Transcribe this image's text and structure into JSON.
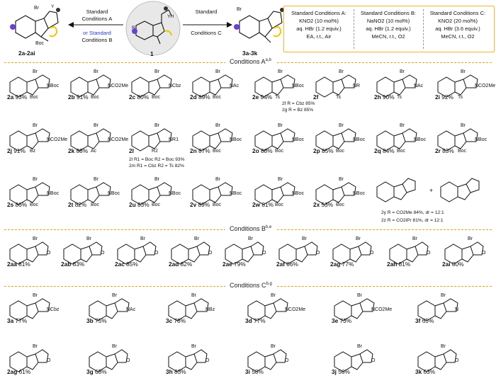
{
  "top": {
    "left_label": "2a-2ai",
    "center_label": "1",
    "right_label": "3a-3k",
    "arrow_left": {
      "line1": "Standard",
      "line2": "Conditions A",
      "line3": "or Standard",
      "line4": "Conditions B"
    },
    "arrow_right": {
      "line1": "Standard",
      "line2": "Conditions C"
    },
    "sub_labels": {
      "br": "Br",
      "boc": "Boc",
      "y": "Y",
      "yh": "YH",
      "r": "R"
    }
  },
  "conditions": [
    {
      "title": "Standard Conditions A:",
      "lines": [
        "KNO2 (10 mol%)",
        "aq. HBr (1.2 equiv.)",
        "EA, r.t., Air"
      ]
    },
    {
      "title": "Standard Conditions B:",
      "lines": [
        "NaNO2 (10 mol%)",
        "aq. HBr (1.2 equiv.)",
        "MeCN, r.t., O2"
      ]
    },
    {
      "title": "Standard Conditions C:",
      "lines": [
        "KNO2 (20 mol%)",
        "aq. HBr (3.6 equiv.)",
        "MeCN, r.t., O2"
      ]
    }
  ],
  "section_titles": {
    "a": "Conditions A",
    "b": "Conditions B",
    "c": "Conditions C"
  },
  "section_sups": {
    "a": "a,b",
    "b": "b,e",
    "c": "b,g"
  },
  "rows": [
    [
      {
        "id": "2a",
        "yield": "93%",
        "sub": "NBoc",
        "n": "Boc"
      },
      {
        "id": "2b",
        "yield": "91%",
        "sub": "NCO2Me",
        "n": "Boc"
      },
      {
        "id": "2c",
        "yield": "80%",
        "sub": "NCbz",
        "n": "Boc"
      },
      {
        "id": "2d",
        "yield": "89%",
        "sub": "NAc",
        "n": "Boc"
      },
      {
        "id": "2e",
        "yield": "94%",
        "sub": "NBoc",
        "n": "Ts"
      },
      {
        "id": "2f",
        "yield": "",
        "sub": "NR",
        "n": "Ts"
      },
      {
        "id": "2h",
        "yield": "90%",
        "sub": "NAc",
        "n": "Ts"
      },
      {
        "id": "2i",
        "yield": "92%",
        "sub": "NCO2Me",
        "n": "Ts"
      }
    ],
    [
      {
        "id": "2j",
        "yield": "91%",
        "sub": "NCO2Me",
        "n": "Bz"
      },
      {
        "id": "2k",
        "yield": "88%",
        "sub": "NCO2Me",
        "n": "Ac"
      },
      {
        "id": "2l",
        "yield": "",
        "sub": "NR1",
        "n": "R2"
      },
      {
        "id": "2n",
        "yield": "87%",
        "sub": "NBoc",
        "n": "Boc"
      },
      {
        "id": "2o",
        "yield": "88%",
        "sub": "NBoc",
        "n": "Boc"
      },
      {
        "id": "2p",
        "yield": "85%",
        "sub": "NBoc",
        "n": "Boc"
      },
      {
        "id": "2q",
        "yield": "84%",
        "sub": "NBoc",
        "n": "Boc"
      },
      {
        "id": "2r",
        "yield": "83%",
        "sub": "NBoc",
        "n": "Boc"
      }
    ],
    [
      {
        "id": "2s",
        "yield": "86%",
        "sub": "NBoc",
        "n": "Boc"
      },
      {
        "id": "2t",
        "yield": "82%",
        "sub": "NBoc",
        "n": "Boc"
      },
      {
        "id": "2u",
        "yield": "83%",
        "sub": "NBoc",
        "n": "Boc"
      },
      {
        "id": "2v",
        "yield": "89%",
        "sub": "NBoc",
        "n": "Boc"
      },
      {
        "id": "2w",
        "yield": "81%",
        "sub": "NBoc",
        "n": "Boc"
      },
      {
        "id": "2x",
        "yield": "53%",
        "sub": "NBoc",
        "n": "Boc"
      }
    ],
    [
      {
        "id": "2aa",
        "yield": "81%"
      },
      {
        "id": "2ab",
        "yield": "83%"
      },
      {
        "id": "2ac",
        "yield": "85%"
      },
      {
        "id": "2ad",
        "yield": "82%"
      },
      {
        "id": "2ae",
        "yield": "79%"
      },
      {
        "id": "2af",
        "yield": "86%"
      },
      {
        "id": "2ag",
        "yield": "77%"
      },
      {
        "id": "2ah",
        "yield": "81%"
      },
      {
        "id": "2ai",
        "yield": "80%"
      }
    ],
    [
      {
        "id": "3a",
        "yield": "77%",
        "sub": "NCbz"
      },
      {
        "id": "3b",
        "yield": "75%",
        "sub": "NAc"
      },
      {
        "id": "3c",
        "yield": "78%",
        "sub": "NBz"
      },
      {
        "id": "3d",
        "yield": "77%",
        "sub": "NCO2Me"
      },
      {
        "id": "3e",
        "yield": "73%",
        "sub": "NCO2Me"
      },
      {
        "id": "3f",
        "yield": "65%",
        "sub": "N"
      }
    ],
    [
      {
        "id": "2ag",
        "yield": "61%"
      },
      {
        "id": "3g",
        "yield": "68%"
      },
      {
        "id": "3h",
        "yield": "83%"
      },
      {
        "id": "3i",
        "yield": "58%"
      },
      {
        "id": "3j",
        "yield": "56%"
      },
      {
        "id": "3k",
        "yield": "63%"
      }
    ]
  ],
  "notes": {
    "2f": "2f  R = Cbz 85%",
    "2g": "2g  R = Bz   85%",
    "2l": "2l  R1 = Boc R2 = Boc 93%",
    "2m": "2m  R1 = Cbz R2 = Ts    82%",
    "2y": "2y  R = CO2Me 84%, dr = 12:1",
    "2z": "2z  R = CO2iPr  81%, dr = 12:1"
  },
  "colors": {
    "accent": "#e0a21a",
    "red": "#e02020",
    "blue": "#2040c8",
    "purple": "#6a40d8",
    "yellow": "#e8c800"
  }
}
